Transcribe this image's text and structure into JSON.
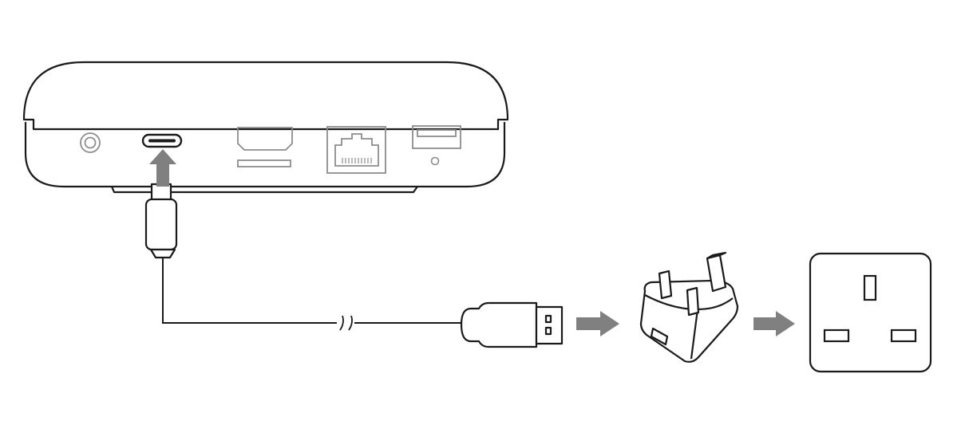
{
  "diagram": {
    "device": {
      "ports": [
        "dc-jack",
        "usb-c",
        "hdmi",
        "ethernet",
        "usb-a"
      ],
      "highlighted_port": "usb-c"
    },
    "cable": {
      "break_marker": true
    },
    "connection_flow": [
      "usb-c-plug",
      "usb-a-plug",
      "uk-power-adapter",
      "uk-wall-socket"
    ],
    "colors": {
      "stroke": "#1a1a1a",
      "arrow": "#808080",
      "port_muted": "#8c8c8c",
      "background": "#ffffff"
    }
  }
}
